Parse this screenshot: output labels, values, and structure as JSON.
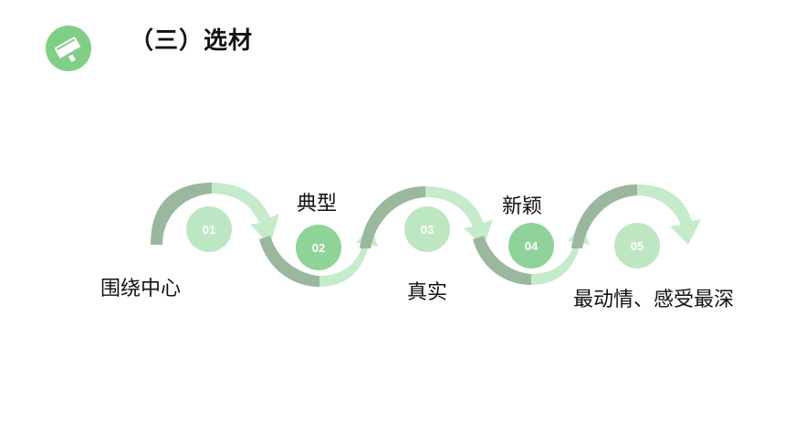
{
  "header": {
    "title": "（三）选材",
    "icon": "book-icon"
  },
  "colors": {
    "accent": "#7fcf86",
    "light_node": "#bde7c3",
    "dark_node": "#8fd398",
    "arrow_light": "#c6ebcb",
    "arrow_dark": "#9bb89e"
  },
  "steps": [
    {
      "num": "01",
      "label": "围绕中心"
    },
    {
      "num": "02",
      "label": "典型"
    },
    {
      "num": "03",
      "label": "真实"
    },
    {
      "num": "04",
      "label": "新颖"
    },
    {
      "num": "05",
      "label": "最动情、感受最深"
    }
  ]
}
